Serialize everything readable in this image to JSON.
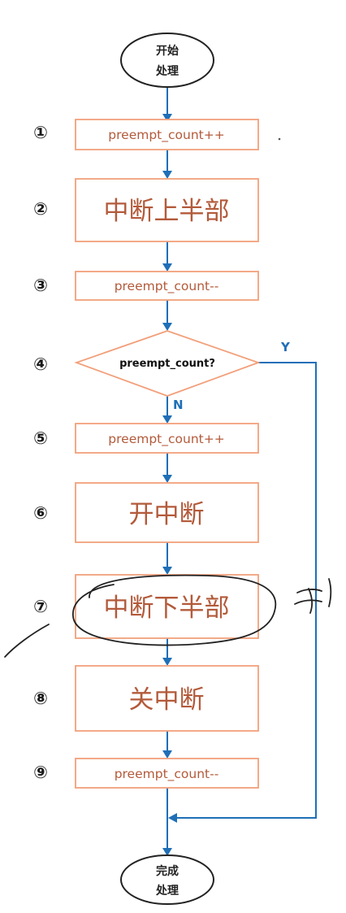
{
  "diagram": {
    "start": {
      "line1": "开始",
      "line2": "处理"
    },
    "end": {
      "line1": "完成",
      "line2": "处理"
    },
    "steps": [
      {
        "number": "①",
        "label": "preempt_count++"
      },
      {
        "number": "②",
        "label": "中断上半部"
      },
      {
        "number": "③",
        "label": "preempt_count--"
      },
      {
        "number": "④",
        "label": "preempt_count?"
      },
      {
        "number": "⑤",
        "label": "preempt_count++"
      },
      {
        "number": "⑥",
        "label": "开中断"
      },
      {
        "number": "⑦",
        "label": "中断下半部"
      },
      {
        "number": "⑧",
        "label": "关中断"
      },
      {
        "number": "⑨",
        "label": "preempt_count--"
      }
    ],
    "yes_label": "Y",
    "no_label": "N"
  },
  "colors": {
    "box_border": "#F2A07B",
    "box_text": "#B35A3A",
    "flow_line": "#1F6FB7",
    "terminal_border": "#222222"
  }
}
